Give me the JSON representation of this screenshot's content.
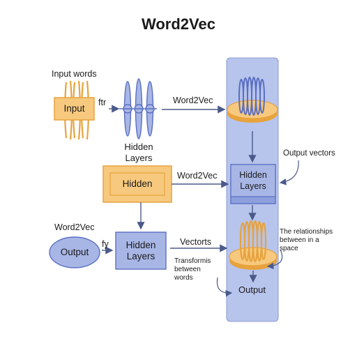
{
  "title": "Word2Vec",
  "input_words_label": "Input words",
  "input_box": "Input",
  "ftr_label": "ftr",
  "word2vec_top_label": "Word2Vec",
  "hidden_layers_label": "Hidden\nLayers",
  "hidden_box": "Hidden",
  "word2vec_mid_label": "Word2Vec",
  "word2vec_left_label": "Word2Vec",
  "output_ellipse": "Output",
  "fy_label": "fy",
  "hidden_layers_box": "Hidden\nLayers",
  "vectorts_label": "Vectorts",
  "transform_label": "Transformis\nbetween\nwords",
  "panel_hidden_layers": "Hidden\nLayers",
  "output_vectors_label": "Output vectors",
  "relationships_label": "The relationships\nbetween in a\nspace",
  "output_label": "Output",
  "colors": {
    "orange_fill": "#f7c97e",
    "orange_stroke": "#e7a33e",
    "blue_fill": "#a8b6e6",
    "blue_stroke": "#5b6fc2",
    "panel_fill": "#b7c4ec",
    "arrow": "#4a5a8a"
  }
}
